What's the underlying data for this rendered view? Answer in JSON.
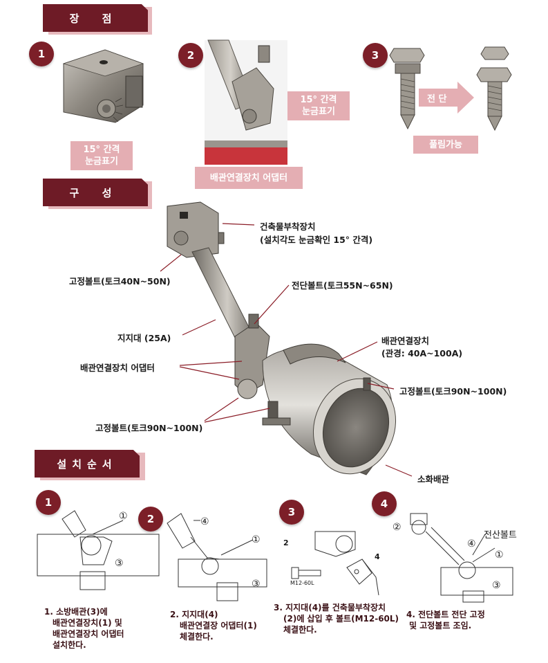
{
  "banners": {
    "advantages": "장 점",
    "composition": "구 성",
    "install": "설치순서"
  },
  "advantages": {
    "n1": "1",
    "n2": "2",
    "n3": "3",
    "box1_line1": "15° 간격",
    "box1_line2": "눈금표기",
    "box2_line1": "15° 간격",
    "box2_line2": "눈금표기",
    "box_adapter": "배관연결장치 어댑터",
    "arrow_cut": "전 단",
    "box_release": "풀림가능"
  },
  "composition": {
    "building_attach": "건축물부착장치",
    "building_attach_note": "(설치각도 눈금확인 15° 간격)",
    "fix_bolt_40": "고정볼트(토크40N~50N)",
    "shear_bolt": "전단볼트(토크55N~65N)",
    "support": "지지대 (25A)",
    "pipe_conn": "배관연결장치",
    "pipe_conn_dia": "(관경: 40A~100A)",
    "pipe_adapter": "배관연결장치 어댑터",
    "fix_bolt_90_right": "고정볼트(토크90N~100N)",
    "fix_bolt_90_left": "고정볼트(토크90N~100N)",
    "fire_pipe": "소화배관"
  },
  "install": {
    "n1": "1",
    "n2": "2",
    "n3": "3",
    "n4": "4",
    "c1": "①",
    "c3": "③",
    "c4": "④",
    "c2": "②",
    "d3_2": "2",
    "d3_4": "4",
    "bolt_spec": "M12-60L",
    "shear_label": "전산볼트",
    "s1_l1": "1. 소방배관(3)에",
    "s1_l2": "배관연결장치(1) 및",
    "s1_l3": "배관연결장치 어댑터",
    "s1_l4": "설치한다.",
    "s2_l1": "2. 지지대(4)",
    "s2_l2": "배관연결장 어댑터(1)",
    "s2_l3": "체결한다.",
    "s3_l1": "3. 지지대(4)를 건축물부착장치",
    "s3_l2": "(2)에 삽입 후 볼트(M12-60L)",
    "s3_l3": "체결한다.",
    "s4_l1": "4. 전단볼트 전단 고정",
    "s4_l2": "및 고정볼트 조임."
  }
}
